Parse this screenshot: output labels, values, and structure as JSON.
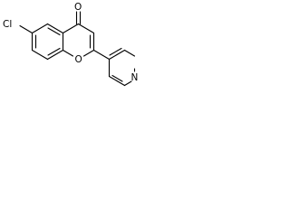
{
  "molecule": {
    "atoms": {
      "carbonyl_oxygen": "O",
      "ring_oxygen": "O",
      "chlorine": "Cl",
      "pyridine_nitrogen": "N"
    }
  }
}
